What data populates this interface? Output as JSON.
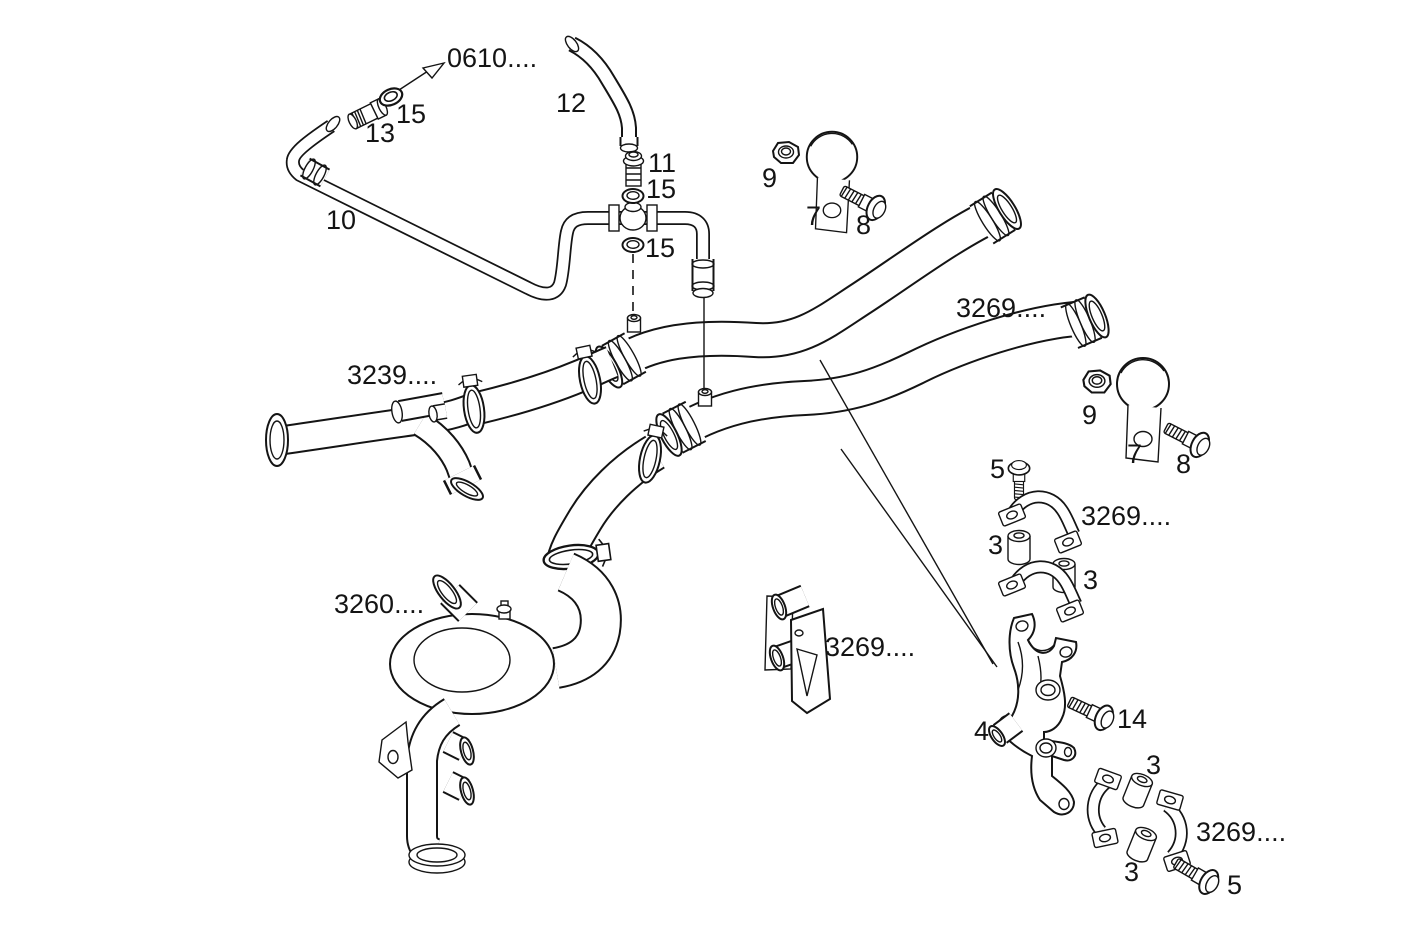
{
  "diagram": {
    "background_color": "#ffffff",
    "line_color": "#141414",
    "item_numbers_visible": [
      "3",
      "4",
      "5",
      "7",
      "8",
      "9",
      "10",
      "11",
      "12",
      "13",
      "14",
      "15"
    ],
    "reference_codes_visible": [
      "0610....",
      "3239....",
      "3260....",
      "3269...."
    ],
    "callouts": [
      {
        "label": "0610....",
        "kind": "drawing-ref"
      },
      {
        "label": "12",
        "kind": "item"
      },
      {
        "label": "15",
        "kind": "item"
      },
      {
        "label": "13",
        "kind": "item"
      },
      {
        "label": "10",
        "kind": "item"
      },
      {
        "label": "11",
        "kind": "item"
      },
      {
        "label": "15",
        "kind": "item"
      },
      {
        "label": "15",
        "kind": "item"
      },
      {
        "label": "9",
        "kind": "item"
      },
      {
        "label": "7",
        "kind": "item"
      },
      {
        "label": "8",
        "kind": "item"
      },
      {
        "label": "3269....",
        "kind": "drawing-ref"
      },
      {
        "label": "3239....",
        "kind": "drawing-ref"
      },
      {
        "label": "9",
        "kind": "item"
      },
      {
        "label": "7",
        "kind": "item"
      },
      {
        "label": "8",
        "kind": "item"
      },
      {
        "label": "5",
        "kind": "item"
      },
      {
        "label": "3269....",
        "kind": "drawing-ref"
      },
      {
        "label": "3",
        "kind": "item"
      },
      {
        "label": "3",
        "kind": "item"
      },
      {
        "label": "3260....",
        "kind": "drawing-ref"
      },
      {
        "label": "3269....",
        "kind": "drawing-ref"
      },
      {
        "label": "4",
        "kind": "item"
      },
      {
        "label": "14",
        "kind": "item"
      },
      {
        "label": "3",
        "kind": "item"
      },
      {
        "label": "3269....",
        "kind": "drawing-ref"
      },
      {
        "label": "3",
        "kind": "item"
      },
      {
        "label": "5",
        "kind": "item"
      }
    ]
  }
}
